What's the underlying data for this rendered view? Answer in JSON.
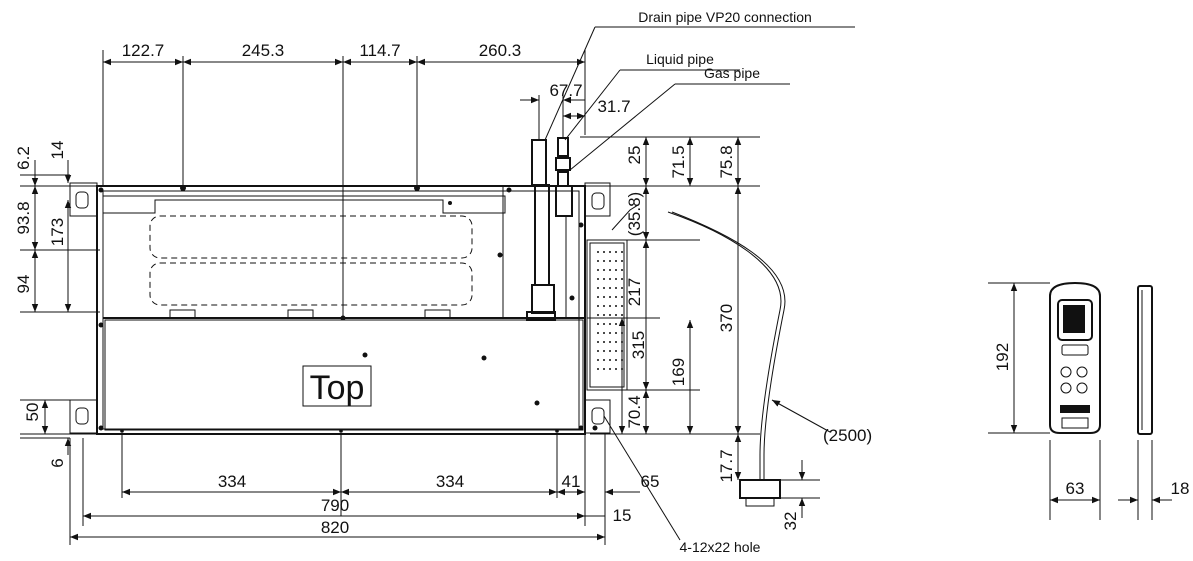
{
  "callouts": {
    "drain_pipe": "Drain pipe VP20 connection",
    "liquid_pipe": "Liquid pipe",
    "gas_pipe": "Gas pipe",
    "hole": "4-12x22 hole",
    "cable_length": "(2500)",
    "top_label": "Top"
  },
  "top_dims": [
    "122.7",
    "245.3",
    "114.7",
    "260.3"
  ],
  "pipe_dims": [
    "67.7",
    "31.7"
  ],
  "left_dims": {
    "d6_2": "6.2",
    "d14": "14",
    "d93_8": "93.8",
    "d173": "173",
    "d94": "94",
    "d50": "50",
    "d6": "6"
  },
  "right_dims": {
    "d25": "25",
    "d71_5": "71.5",
    "d75_8": "75.8",
    "d35_8": "(35.8)",
    "d217": "217",
    "d370": "370",
    "d315": "315",
    "d169": "169",
    "d70_4": "70.4",
    "d17_7": "17.7",
    "d32": "32"
  },
  "bottom_dims": {
    "d334a": "334",
    "d334b": "334",
    "d41": "41",
    "d65": "65",
    "d790": "790",
    "d15": "15",
    "d820": "820"
  },
  "remote_dims": {
    "height": "192",
    "width": "63",
    "depth": "18"
  }
}
